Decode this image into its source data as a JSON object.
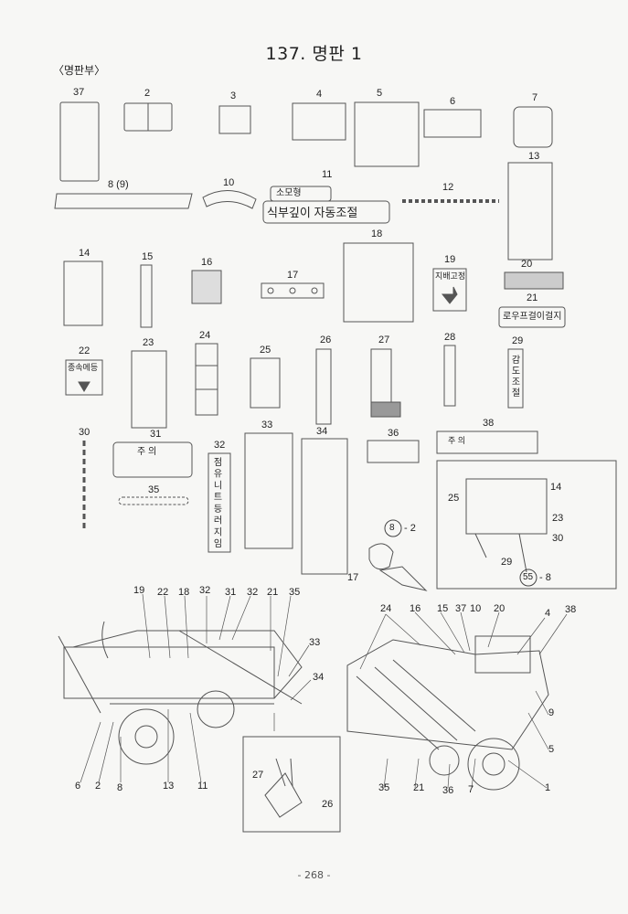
{
  "title": "137. 명판 1",
  "section": "〈명판부〉",
  "page_number": "- 268 -",
  "plate_numbers": [
    "37",
    "2",
    "3",
    "4",
    "5",
    "6",
    "7",
    "8 (9)",
    "10",
    "11",
    "12",
    "13",
    "14",
    "15",
    "16",
    "17",
    "18",
    "19",
    "20",
    "21",
    "22",
    "23",
    "24",
    "25",
    "26",
    "27",
    "28",
    "29",
    "30",
    "31",
    "32",
    "33",
    "34",
    "35",
    "36",
    "38"
  ],
  "plate_texts": {
    "p11_line1": "소모형",
    "p11_line2": "식부깊이 자동조절",
    "p19": "지배고정",
    "p21": "로우프걸이걸지",
    "p22": "종속메등",
    "p29": "감도조절",
    "p31": "주 의",
    "p32": "점 유 니 트 등 러 지 임",
    "p38": "주 의"
  },
  "inset_top_labels": [
    "25",
    "14",
    "23",
    "30",
    "29"
  ],
  "inset_top_circle_label": "55",
  "inset_top_circle_suffix": "- 8",
  "inset_part_circle_label": "8",
  "inset_part_circle_suffix": "- 2",
  "inset_part_label": "17",
  "left_machine_labels": [
    "19",
    "22",
    "18",
    "32",
    "31",
    "32",
    "21",
    "35",
    "33",
    "34",
    "6",
    "2",
    "8",
    "13",
    "11"
  ],
  "right_machine_labels": [
    "24",
    "16",
    "15",
    "37",
    "10",
    "20",
    "4",
    "38",
    "9",
    "5",
    "1",
    "7",
    "36",
    "21",
    "35"
  ],
  "bottom_inset_labels": [
    "27",
    "26"
  ]
}
